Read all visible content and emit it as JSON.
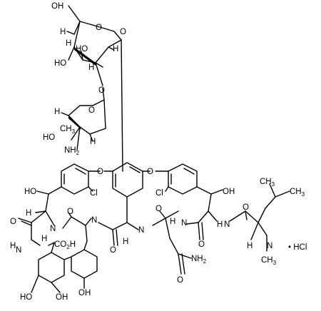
{
  "structure": {
    "sugar_top": {
      "oh_ch2": "OH",
      "ring_o": "O",
      "anomeric_o": "O",
      "h": "H",
      "ho_left": "HO",
      "ho_mid": "HO"
    },
    "sugar_bottom": {
      "ring_o": "O",
      "ch3": "CH",
      "ch3_sub": "3",
      "nh2": "NH",
      "nh2_sub": "2",
      "ho": "HO",
      "h": "H"
    },
    "core": {
      "o_ether": "O",
      "cl": "Cl",
      "ho": "HO",
      "h": "H",
      "nh": "N",
      "o": "O",
      "co2h": "CO",
      "co2h_sub": "2",
      "co2h_tail": "H",
      "oh": "OH",
      "nh2": "NH",
      "nh2_sub": "2",
      "ch3": "CH",
      "ch3_sub": "3"
    },
    "salt": "• HCl"
  }
}
